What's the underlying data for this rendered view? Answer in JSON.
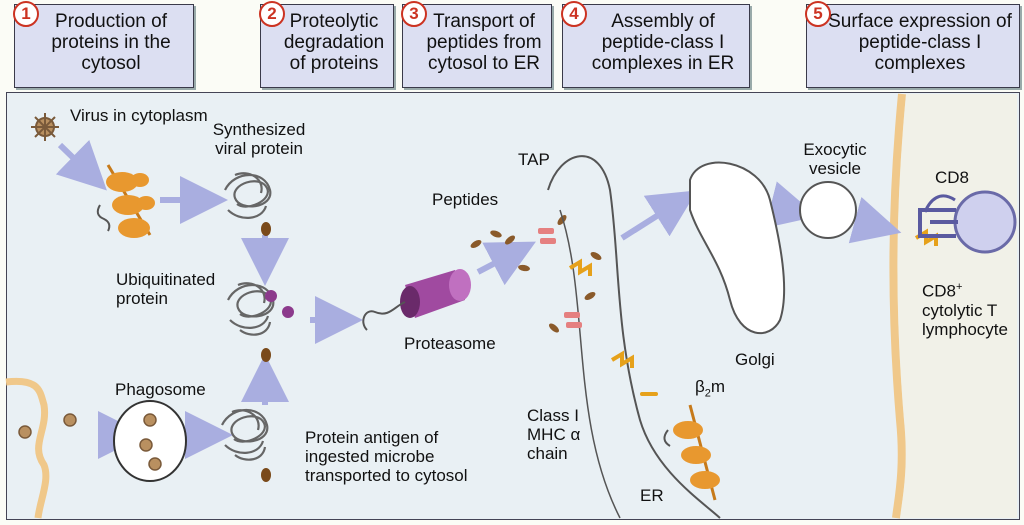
{
  "steps": [
    {
      "num": "1",
      "text": "Production of proteins in the cytosol"
    },
    {
      "num": "2",
      "text": "Proteolytic degradation of proteins"
    },
    {
      "num": "3",
      "text": "Transport of peptides from cytosol to ER"
    },
    {
      "num": "4",
      "text": "Assembly of peptide-class I complexes in ER"
    },
    {
      "num": "5",
      "text": "Surface expression of peptide-class I complexes"
    }
  ],
  "labels": {
    "virus": "Virus in cytoplasm",
    "synth": "Synthesized viral protein",
    "ubiq": "Ubiquitinated protein",
    "phago": "Phagosome",
    "antigen": "Protein antigen of ingested microbe transported to cytosol",
    "proteasome": "Proteasome",
    "peptides": "Peptides",
    "tap": "TAP",
    "class1": "Class I MHC α chain",
    "b2m_prefix": "β",
    "b2m_sub": "2",
    "b2m_suffix": "m",
    "er": "ER",
    "golgi": "Golgi",
    "exocytic": "Exocytic vesicle",
    "cd8": "CD8",
    "cd8cell_main": "CD8",
    "cd8cell_sup": "+",
    "cd8cell_rest": "cytolytic T lymphocyte"
  },
  "colors": {
    "panel": "#e9f0f4",
    "stepbox": "#dcdff2",
    "arrow": "#a9aee0",
    "ribosome": "#e8982f",
    "peptide": "#8a5a2a",
    "proteasome": "#8c3a8c",
    "tap": "#e58080",
    "mhc": "#e6a11a",
    "membrane": "#f0c88a"
  }
}
